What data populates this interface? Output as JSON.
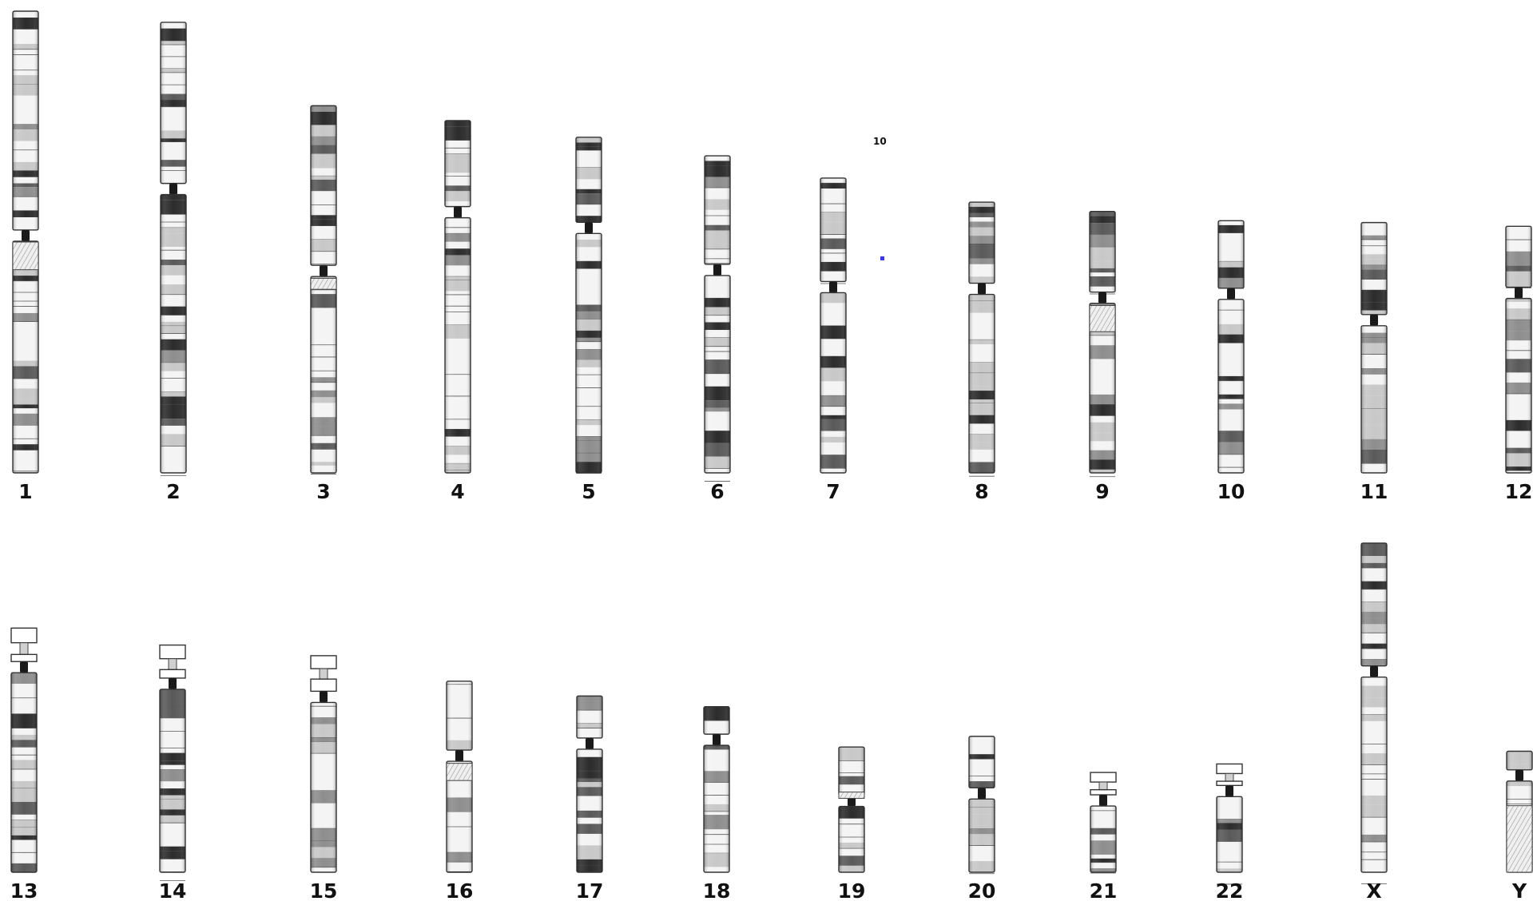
{
  "ideogram": {
    "band_colors": {
      "gneg": "#f4f4f4",
      "gpos25": "#c8c8c8",
      "gpos50": "#8e8e8e",
      "gpos75": "#5a5a5a",
      "gpos100": "#2c2c2c",
      "acen": "#1a1a1a",
      "stalk": "#d0d0d0",
      "gvar": "#cfcfcf"
    },
    "annotation": {
      "text": "10",
      "chromosome": "7",
      "marker_color": "#3a3ad8"
    }
  },
  "chromosomes": [
    {
      "name": "1",
      "length": 249,
      "centromere": 0.486,
      "gvar": [
        0.5,
        0.56
      ]
    },
    {
      "name": "2",
      "length": 243,
      "centromere": 0.37
    },
    {
      "name": "3",
      "length": 198,
      "centromere": 0.45,
      "gvar": [
        0.47,
        0.5
      ]
    },
    {
      "name": "4",
      "length": 190,
      "centromere": 0.26
    },
    {
      "name": "5",
      "length": 181,
      "centromere": 0.27
    },
    {
      "name": "6",
      "length": 171,
      "centromere": 0.36
    },
    {
      "name": "7",
      "length": 159,
      "centromere": 0.37
    },
    {
      "name": "8",
      "length": 146,
      "centromere": 0.32
    },
    {
      "name": "9",
      "length": 141,
      "centromere": 0.33,
      "gvar": [
        0.36,
        0.46
      ]
    },
    {
      "name": "10",
      "length": 136,
      "centromere": 0.29
    },
    {
      "name": "11",
      "length": 135,
      "centromere": 0.39
    },
    {
      "name": "12",
      "length": 133,
      "centromere": 0.27
    },
    {
      "name": "13",
      "length": 115,
      "centromere": 0.16,
      "acrocentric": true
    },
    {
      "name": "14",
      "length": 107,
      "centromere": 0.17,
      "acrocentric": true
    },
    {
      "name": "15",
      "length": 102,
      "centromere": 0.19,
      "acrocentric": true
    },
    {
      "name": "16",
      "length": 90,
      "centromere": 0.39,
      "gvar": [
        0.43,
        0.52
      ]
    },
    {
      "name": "17",
      "length": 83,
      "centromere": 0.27
    },
    {
      "name": "18",
      "length": 78,
      "centromere": 0.2
    },
    {
      "name": "19",
      "length": 59,
      "centromere": 0.43,
      "gvar": [
        0.36,
        0.41
      ]
    },
    {
      "name": "20",
      "length": 64,
      "centromere": 0.42
    },
    {
      "name": "21",
      "length": 47,
      "centromere": 0.28,
      "acrocentric": true
    },
    {
      "name": "22",
      "length": 51,
      "centromere": 0.25,
      "acrocentric": true
    },
    {
      "name": "X",
      "length": 155,
      "centromere": 0.39
    },
    {
      "name": "Y",
      "length": 57,
      "centromere": 0.2,
      "gvar": [
        0.45,
        1.0
      ]
    }
  ]
}
